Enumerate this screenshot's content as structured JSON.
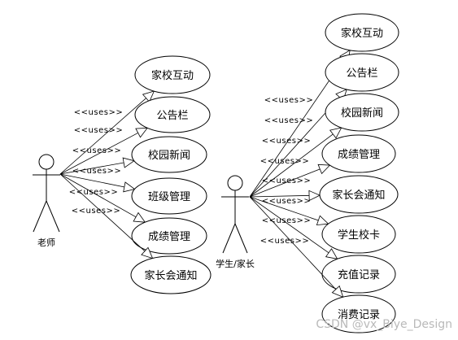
{
  "teacher": {
    "name": "老师",
    "use_cases": [
      "家校互动",
      "公告栏",
      "校园新闻",
      "班级管理",
      "成绩管理",
      "家长会通知"
    ],
    "relation_labels": [
      "<<uses>>",
      "<<uses>>",
      "<<uses>>",
      "<<uses>>",
      "<<uses>>",
      "<<uses>>"
    ]
  },
  "student_parent": {
    "name": "学生/家长",
    "use_cases": [
      "家校互动",
      "公告栏",
      "校园新闻",
      "成绩管理",
      "家长会通知",
      "学生校卡",
      "充值记录",
      "消费记录"
    ],
    "relation_labels": [
      "<<uses>>",
      "<<uses>>",
      "<<uses>>",
      "<<uses>>",
      "<<uses>>",
      "<<uses>>",
      "<<uses>>",
      "<<uses>>"
    ]
  },
  "watermark": "CSDN @vx_Biye_Design"
}
